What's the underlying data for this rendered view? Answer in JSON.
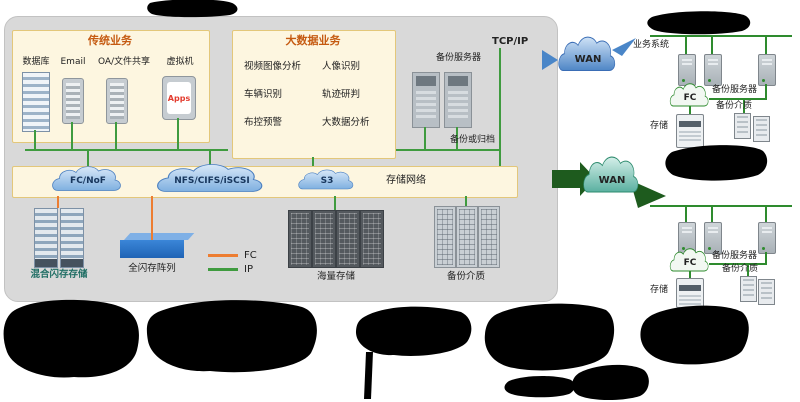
{
  "panel": {
    "tcp_ip": "TCP/IP",
    "traditional": {
      "title": "传统业务",
      "labels": [
        "数据库",
        "Email",
        "OA/文件共享",
        "虚拟机"
      ],
      "apps_text": "Apps"
    },
    "bigdata": {
      "title": "大数据业务",
      "items": [
        "视频图像分析",
        "人像识别",
        "车辆识别",
        "轨迹研判",
        "布控预警",
        "大数据分析"
      ]
    },
    "backup_server": "备份服务器",
    "backup_or_archive": "备份或归档",
    "storage_network": {
      "clouds": [
        "FC/NoF",
        "NFS/CIFS/iSCSI",
        "S3"
      ],
      "label": "存储网络"
    },
    "devices": {
      "hybrid_flash": "混合闪存存储",
      "all_flash": "全闪存阵列",
      "mass_storage": "海量存储",
      "backup_media": "备份介质"
    },
    "legend": {
      "fc": "FC",
      "ip": "IP"
    }
  },
  "wan": {
    "wan1": "WAN",
    "wan2": "WAN"
  },
  "site1": {
    "business_system": "业务系统",
    "backup_server": "备份服务器",
    "fc_cloud": "FC",
    "backup_media": "备份介质",
    "storage": "存储"
  },
  "site2": {
    "backup_server": "备份服务器",
    "fc_cloud": "FC",
    "backup_media": "备份介质",
    "storage": "存储"
  },
  "colors": {
    "fc_line": "#ED7D31",
    "ip_line": "#3F9B3F",
    "panel_bg": "#D9D9D9",
    "cream_bg": "#FDF6E0",
    "wan_blue": "#4A86C8",
    "dr_green": "#1E5B1E"
  }
}
